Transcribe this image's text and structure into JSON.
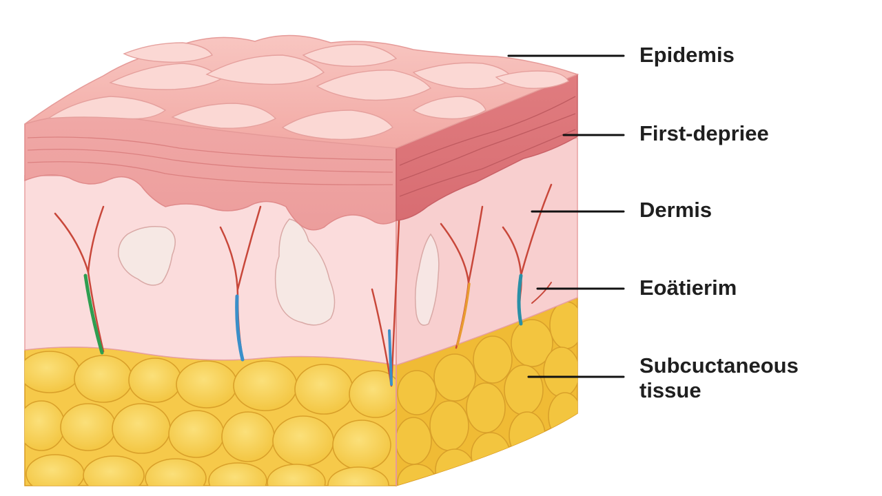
{
  "diagram": {
    "labels": {
      "epidermis": "Epidemis",
      "first_degree": "First-depriee",
      "dermis": "Dermis",
      "eccrine": "Eoätierim",
      "subcutaneous_line1": "Subcuctaneous",
      "subcutaneous_line2": "tissue"
    },
    "colors": {
      "epidermis_top": "#f5b5b0",
      "epidermis_side": "#e07f80",
      "dermis": "#fadada",
      "fat": "#f7cd4b",
      "fat_edge": "#e0a524",
      "vessel_red": "#d44a3c",
      "vessel_blue": "#3a8fc9",
      "vessel_green": "#2e9e50",
      "leader_line": "#111111"
    }
  }
}
